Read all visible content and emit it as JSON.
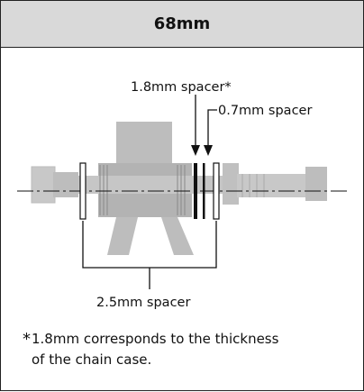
{
  "title": "68mm",
  "labels": {
    "spacer_18": "1.8mm spacer*",
    "spacer_07": "0.7mm spacer",
    "spacer_25": "2.5mm spacer"
  },
  "footnote": {
    "star": "*",
    "line1": "1.8mm corresponds to the thickness",
    "line2": "of the chain case."
  },
  "colors": {
    "part_fill": "#bdbdbd",
    "part_dark": "#9a9a9a",
    "line": "#111111",
    "header_bg": "#d9d9d9"
  }
}
